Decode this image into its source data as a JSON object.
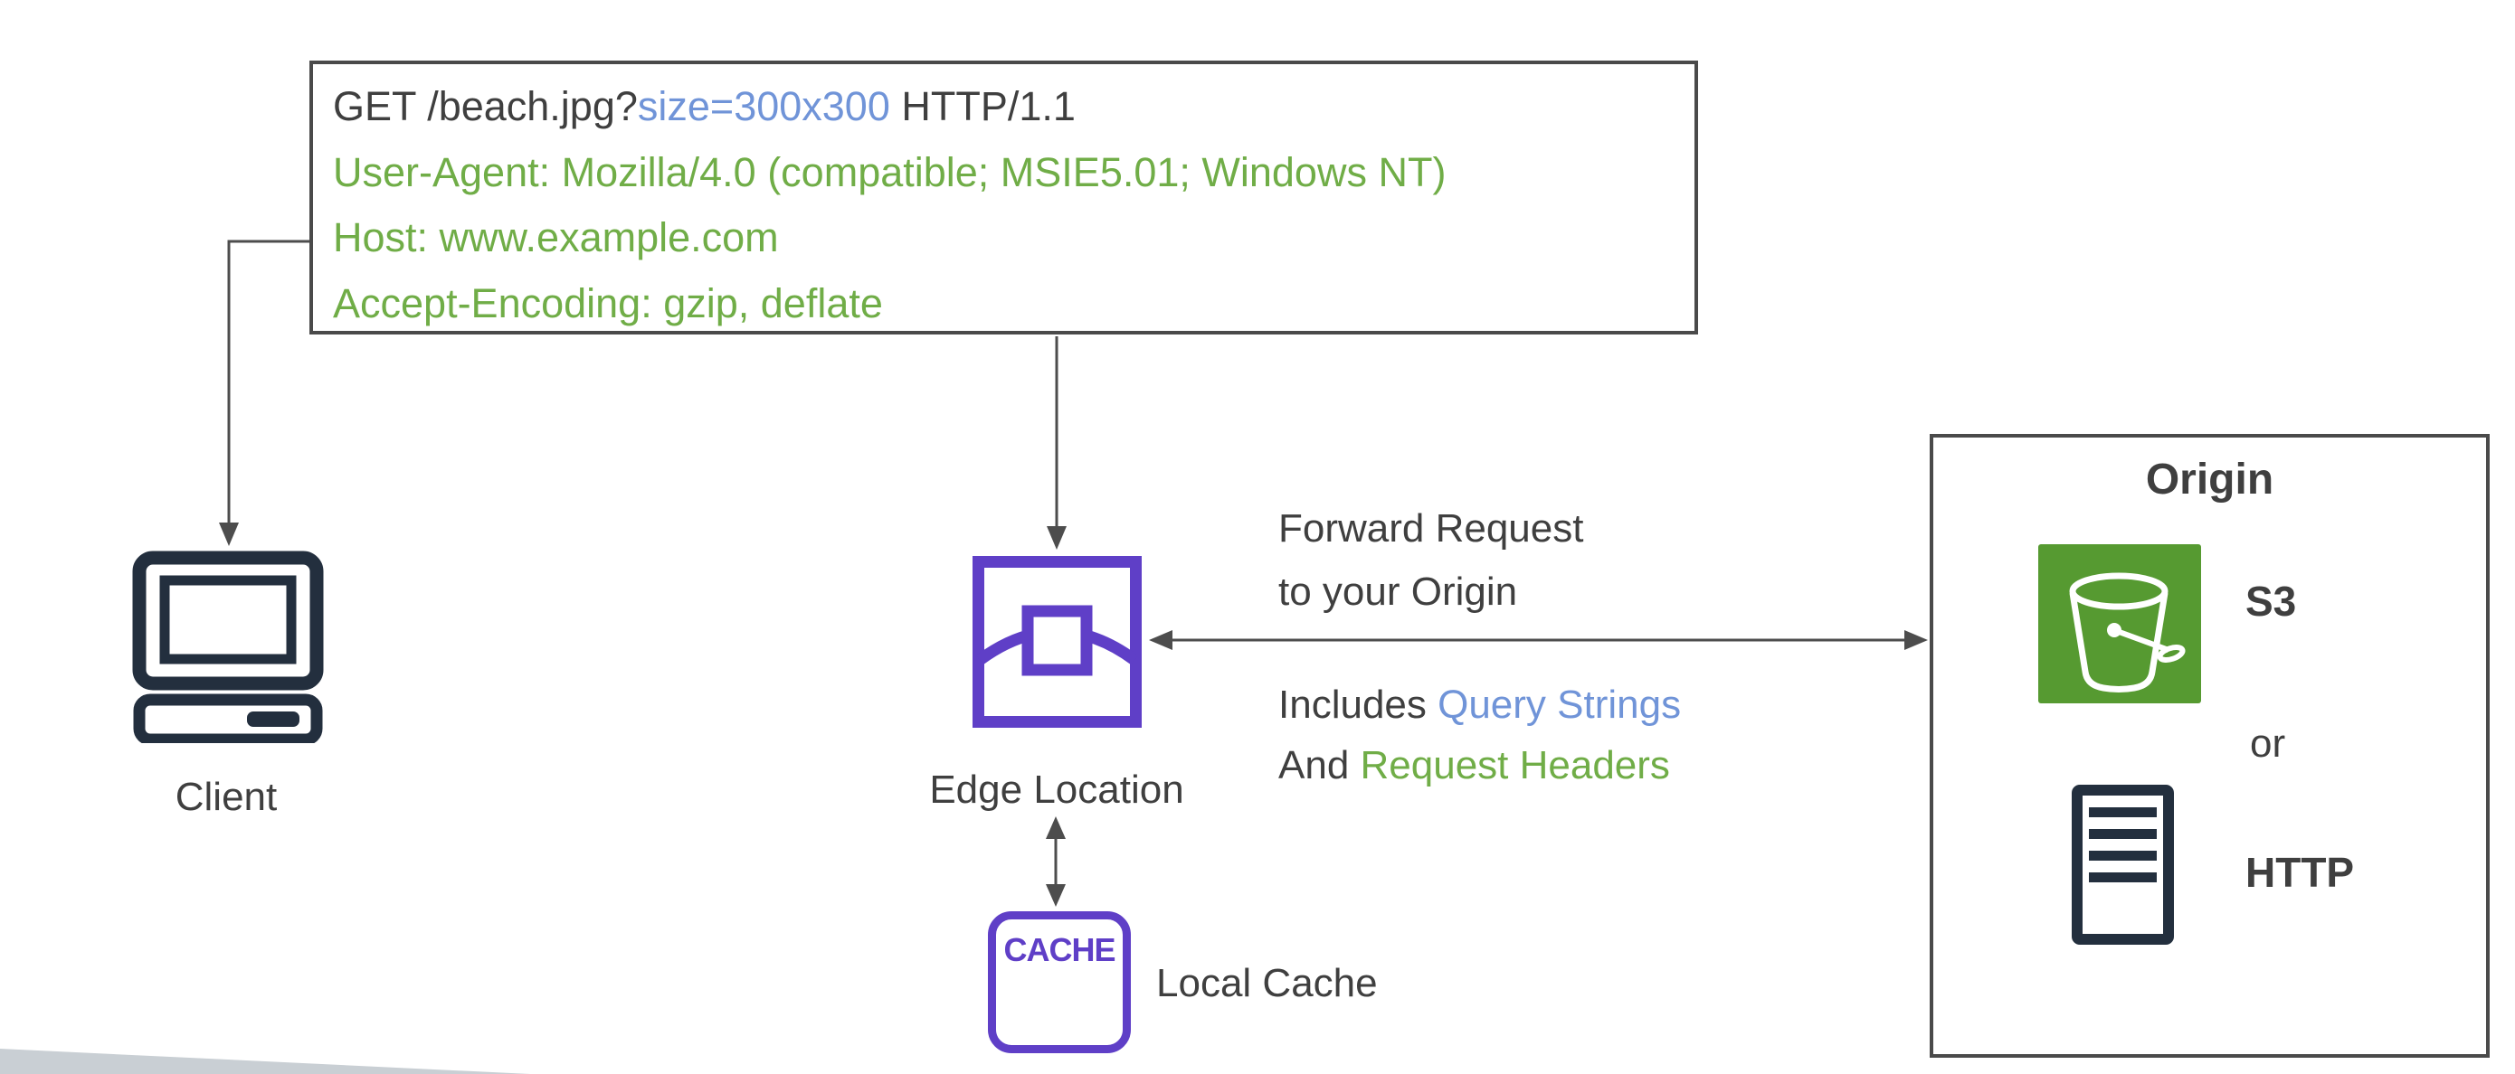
{
  "request_box": {
    "line1_prefix": "GET /beach.jpg?",
    "line1_query": "size=300x300",
    "line1_suffix": " HTTP/1.1",
    "line2": "User-Agent: Mozilla/4.0 (compatible; MSIE5.01; Windows NT)",
    "line3": "Host: www.example.com",
    "line4": "Accept-Encoding: gzip, deflate"
  },
  "client": {
    "label": "Client"
  },
  "edge": {
    "label": "Edge Location"
  },
  "cache": {
    "badge": "CACHE",
    "label": "Local Cache"
  },
  "forward": {
    "line1": "Forward Request",
    "line2": "to your Origin",
    "includes_prefix": "Includes ",
    "query_strings": "Query Strings",
    "and_prefix": "And ",
    "request_headers": "Request Headers"
  },
  "origin": {
    "title": "Origin",
    "s3_label": "S3",
    "or_label": "or",
    "http_label": "HTTP"
  },
  "colors": {
    "dark": "#3F3F3F",
    "green": "#70AD47",
    "blue": "#7094D8",
    "purple": "#5F3FC7",
    "navy": "#232F3E",
    "line": "#4D4D4D",
    "s3_green": "#569A31",
    "wedge": "#C9CFD4"
  }
}
